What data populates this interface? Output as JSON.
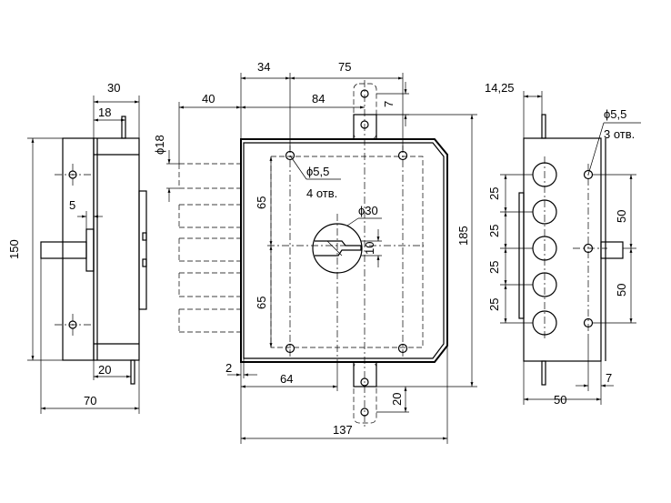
{
  "labels": {
    "side_30": "30",
    "side_18": "18",
    "side_5": "5",
    "side_150": "150",
    "side_20": "20",
    "side_70": "70",
    "phi18": "ϕ18",
    "front_34": "34",
    "front_75": "75",
    "front_40": "40",
    "front_84": "84",
    "front_7": "7",
    "phi55": "ϕ5,5",
    "holes4": "4 отв.",
    "front_65a": "65",
    "front_65b": "65",
    "phi30": "ϕ30",
    "front_10": "10",
    "front_185": "185",
    "front_2": "2",
    "front_64": "64",
    "front_20": "20",
    "front_137": "137",
    "right_1425": "14,25",
    "right_phi55": "ϕ5,5",
    "holes3": "3 отв.",
    "right_25a": "25",
    "right_25b": "25",
    "right_25c": "25",
    "right_25d": "25",
    "right_50a": "50",
    "right_50b": "50",
    "right_7": "7",
    "right_50": "50"
  }
}
